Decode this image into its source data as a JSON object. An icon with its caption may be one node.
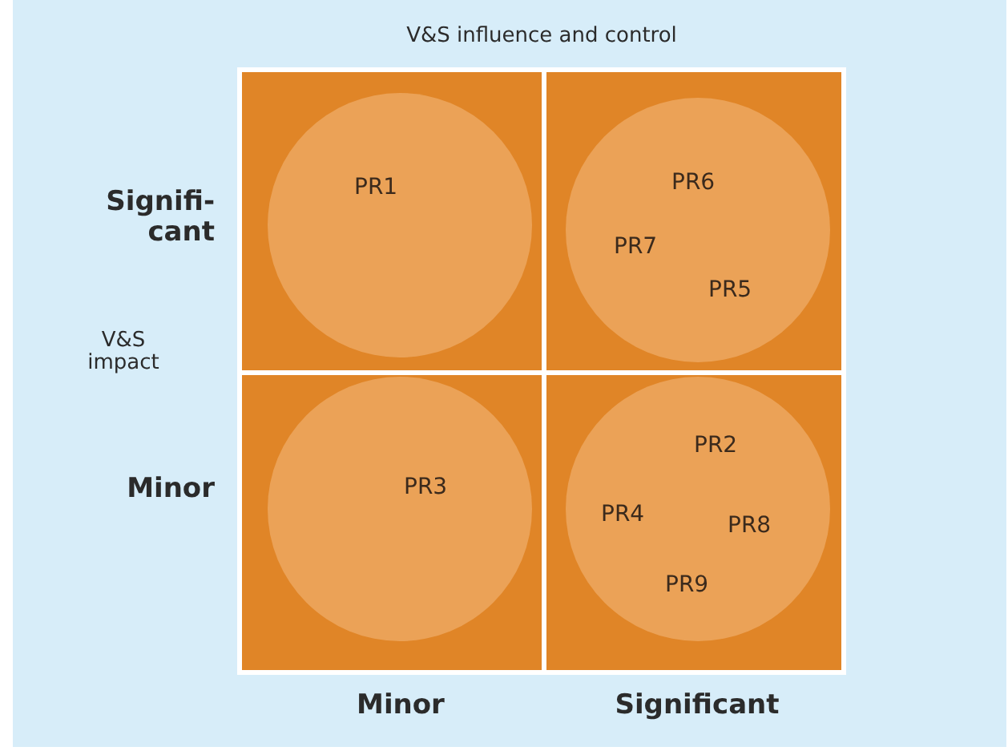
{
  "diagram": {
    "nodes": [
      {
        "text": [],
        "shape": "box"
      },
      {
        "text": [
          "PR1"
        ],
        "in": 0
      },
      {
        "text": [],
        "shape": "box"
      },
      {
        "text": [
          "PR6",
          "PR7",
          "PR5"
        ],
        "in": 2
      },
      {
        "text": [],
        "shape": "box"
      },
      {
        "text": [
          "PR3"
        ],
        "in": 4
      },
      {
        "text": [],
        "shape": "box"
      },
      {
        "text": [
          "PR2",
          "PR4",
          "PR8",
          "PR9"
        ],
        "in": 6
      }
    ],
    "labels": [
      "V&S influence and control",
      "Signifi-cant",
      "V&S impact",
      "Minor",
      "Minor",
      "Significant"
    ]
  }
}
